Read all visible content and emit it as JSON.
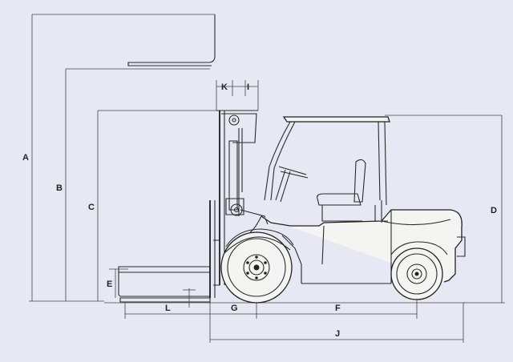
{
  "labels": {
    "A": "A",
    "B": "B",
    "C": "C",
    "D": "D",
    "E": "E",
    "F": "F",
    "G": "G",
    "J": "J",
    "L": "L",
    "K": "K",
    "I": "I"
  },
  "colors": {
    "background": "#e6e9f3",
    "line": "#2a2a2a"
  }
}
